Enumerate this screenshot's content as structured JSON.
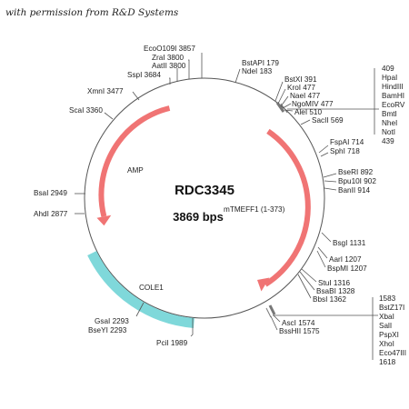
{
  "caption": "with permission from R&D Systems",
  "plasmid": {
    "name": "RDC3345",
    "size_label": "3869 bps",
    "insert_label": "mTMEFF1 (1-373)"
  },
  "features": {
    "amp": "AMP",
    "cole1": "COLE1"
  },
  "colors": {
    "arrow_red": "#f07474",
    "cole1_cyan": "#7fd8da",
    "line": "#555555"
  },
  "sites": [
    {
      "id": "ecoo109i",
      "text": "EcoO109I 3857"
    },
    {
      "id": "zrai",
      "text": "ZraI 3800"
    },
    {
      "id": "aatii",
      "text": "AatII 3800"
    },
    {
      "id": "sspi",
      "text": "SspI 3684"
    },
    {
      "id": "xmni",
      "text": "XmnI 3477"
    },
    {
      "id": "scai",
      "text": "ScaI 3360"
    },
    {
      "id": "bsai",
      "text": "BsaI 2949"
    },
    {
      "id": "ahdi",
      "text": "AhdI 2877"
    },
    {
      "id": "gsai",
      "text": "GsaI 2293"
    },
    {
      "id": "bseyi",
      "text": "BseYI 2293"
    },
    {
      "id": "pcii",
      "text": "PciI 1989"
    },
    {
      "id": "bstapi",
      "text": "BstAPI 179"
    },
    {
      "id": "ndei",
      "text": "NdeI 183"
    },
    {
      "id": "bstxi",
      "text": "BstXI 391"
    },
    {
      "id": "krol",
      "text": "KroI 477"
    },
    {
      "id": "naei",
      "text": "NaeI 477"
    },
    {
      "id": "ngomiv",
      "text": "NgoMIV 477"
    },
    {
      "id": "alei",
      "text": "AleI 510"
    },
    {
      "id": "saci",
      "text": "SacII 569"
    },
    {
      "id": "fspai",
      "text": "FspAI 714"
    },
    {
      "id": "sphi",
      "text": "SphI 718"
    },
    {
      "id": "bseri",
      "text": "BseRI 892"
    },
    {
      "id": "bpu10i",
      "text": "Bpu10I 902"
    },
    {
      "id": "banii",
      "text": "BanII 914"
    },
    {
      "id": "bsgi",
      "text": "BsgI 1131"
    },
    {
      "id": "aari",
      "text": "AarI 1207"
    },
    {
      "id": "bspmi",
      "text": "BspMI 1207"
    },
    {
      "id": "stui",
      "text": "StuI 1316"
    },
    {
      "id": "bsabi",
      "text": "BsaBI 1328"
    },
    {
      "id": "bbsi",
      "text": "BbsI 1362"
    },
    {
      "id": "asci",
      "text": "AscI 1574"
    },
    {
      "id": "bsshii",
      "text": "BssHII 1575"
    }
  ],
  "mcs_top": [
    "409",
    "HpaI",
    "HindIII",
    "BamHI",
    "EcoRV",
    "BmtI",
    "NheI",
    "NotI",
    "439"
  ],
  "mcs_bottom": [
    "1583",
    "BstZ17I",
    "XbaI",
    "SalI",
    "PspXI",
    "XhoI",
    "Eco47III",
    "1618"
  ]
}
